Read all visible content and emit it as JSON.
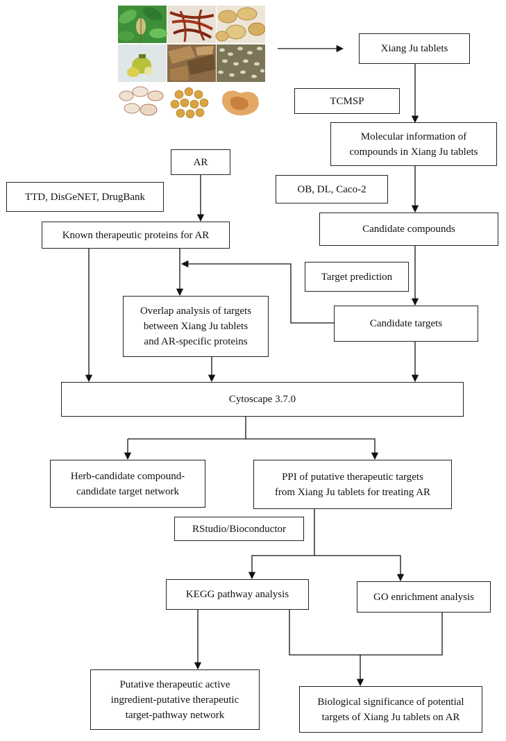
{
  "diagram": {
    "nodes": {
      "xiang_ju": "Xiang Ju tablets",
      "tcmsp": "TCMSP",
      "molecular_info": "Molecular information of\ncompounds in Xiang Ju tablets",
      "ob_dl": "OB, DL, Caco-2",
      "candidate_compounds": "Candidate compounds",
      "target_prediction": "Target prediction",
      "candidate_targets": "Candidate targets",
      "ar": "AR",
      "ttd": "TTD, DisGeNET, DrugBank",
      "known_proteins": "Known therapeutic proteins for AR",
      "overlap": "Overlap analysis of targets\nbetween Xiang Ju tablets\nand AR-specific proteins",
      "cytoscape": "Cytoscape 3.7.0",
      "herb_network": "Herb-candidate compound-\ncandidate target network",
      "ppi": "PPI of putative therapeutic targets\nfrom Xiang Ju tablets for treating AR",
      "rstudio": "RStudio/Bioconductor",
      "kegg": "KEGG pathway analysis",
      "go": "GO enrichment analysis",
      "putative_network": "Putative therapeutic active\ningredient-putative therapeutic\ntarget-pathway network",
      "bio_significance": "Biological significance of potential\ntargets of Xiang Ju tablets on AR"
    },
    "herb_photos": [
      "herb-leaf",
      "dried-red-roots",
      "root-slices",
      "green-fruit",
      "bark-pieces",
      "seeds",
      "white-slices",
      "yellow-seeds",
      "orange-root-pieces"
    ]
  }
}
